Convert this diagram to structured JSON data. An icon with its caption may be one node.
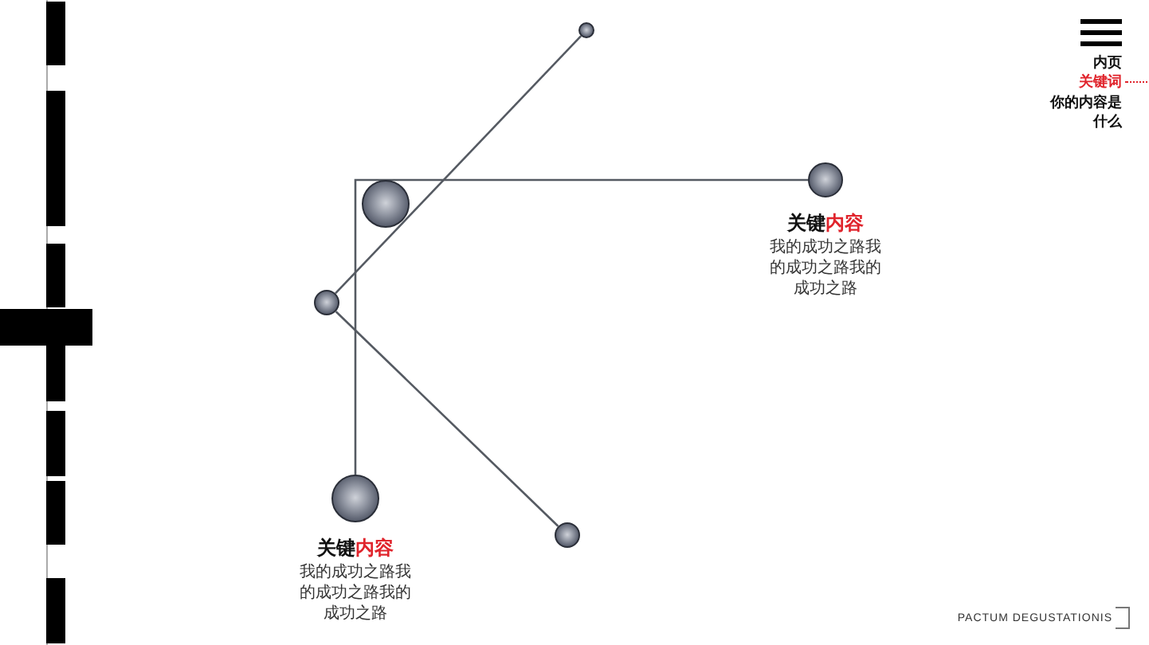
{
  "diagram": {
    "nodes": [
      {
        "text": [],
        "shape": "circle"
      },
      {
        "text": [],
        "shape": "circle",
        "beside": [
          "关键**内容**",
          "我的成功之路我的成功之路我的成功之路"
        ]
      },
      {
        "text": [],
        "shape": "circle"
      },
      {
        "text": [],
        "shape": "circle"
      },
      {
        "text": [],
        "shape": "circle",
        "beside": [
          "关键**内容**",
          "我的成功之路我的成功之路我的成功之路"
        ]
      },
      {
        "text": [],
        "shape": "circle"
      }
    ],
    "edges": [
      {
        "from": 0,
        "to": 3,
        "arrow": "none"
      },
      {
        "from": 3,
        "to": 5,
        "arrow": "none"
      },
      {
        "from": 1,
        "to": 4,
        "arrow": "none"
      }
    ],
    "labels": [
      "内页",
      "关键词",
      "你的内容是什么",
      "PACTUM DEGUSTATIONIS"
    ]
  }
}
